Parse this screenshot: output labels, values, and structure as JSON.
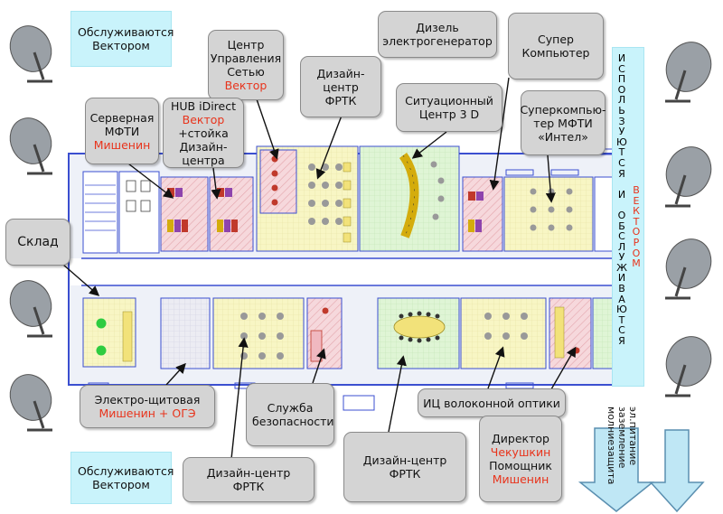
{
  "labels": {
    "served_top": "Обслуживаются Вектором",
    "server_room": {
      "l1": "Серверная",
      "l2": "МФТИ",
      "l3": "Мишенин"
    },
    "hub": {
      "l1": "HUB iDirect",
      "l2": "Вектор",
      "l3": "+стойка",
      "l4": "Дизайн-центра"
    },
    "network_center": {
      "l1": "Центр Управления",
      "l2": "Сетью",
      "l3": "Вектор"
    },
    "design_center_top": {
      "l1": "Дизайн-центр",
      "l2": "ФРТК"
    },
    "diesel": "Дизель электрогенератор",
    "situation_center": {
      "l1": "Ситуационный",
      "l2": "Центр 3 D"
    },
    "supercomputer": {
      "l1": "Супер",
      "l2": "Компьютер"
    },
    "supercomputer_mipt": {
      "l1": "Суперкомпью-",
      "l2": "тер МФТИ",
      "l3": "«Интел»"
    },
    "warehouse": "Склад",
    "electro_panel": {
      "l1": "Электро-щитовая",
      "l2": "Мишенин + ОГЭ"
    },
    "security": {
      "l1": "Служба",
      "l2": "безопасности"
    },
    "fiber_center": "ИЦ волоконной оптики",
    "design_center_bottom_left": {
      "l1": "Дизайн-центр",
      "l2": "ФРТК"
    },
    "design_center_bottom_mid": {
      "l1": "Дизайн-центр",
      "l2": "ФРТК"
    },
    "director": {
      "l1": "Директор",
      "l2": "Чекушкин",
      "l3": "Помощник",
      "l4": "Мишенин"
    },
    "served_bottom": "Обслуживаются Вектором",
    "vertical_used": "ИСПОЛЬЗУЮТСЯ И ОБСЛУЖИВАЮТСЯ",
    "vertical_vector": "ВЕКТОРОМ",
    "arrow_text": "эл.питание заземление молниезащита"
  },
  "colors": {
    "label_bg": "#d4d4d4",
    "accent_red": "#e8341c",
    "cyan_note": "#c9f3fb",
    "wall_blue": "#3b4fd0",
    "room_yellow": "#f8f6c4",
    "room_green": "#dff5d5",
    "room_pink": "#f6d8dc",
    "room_grey": "#ececf3",
    "arrow_fill": "#bfe7f5"
  },
  "icons": [
    "satellite-dish-icon",
    "down-arrow-icon"
  ]
}
